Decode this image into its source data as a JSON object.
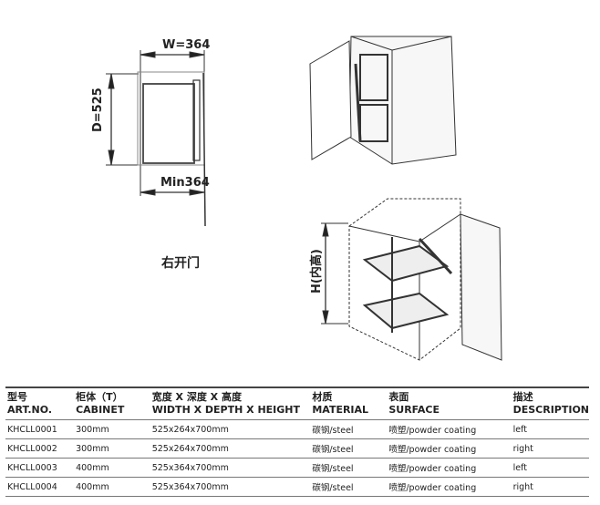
{
  "plan": {
    "width_label": "W=364",
    "depth_label": "D=525",
    "min_label": "Min364",
    "caption": "右开门"
  },
  "iso": {
    "height_label": "H(内高)"
  },
  "table": {
    "headers": [
      {
        "cn": "型号",
        "en": "ART.NO."
      },
      {
        "cn": "柜体（T）",
        "en": "CABINET"
      },
      {
        "cn": "宽度 X 深度 X 高度",
        "en": "WIDTH X DEPTH X HEIGHT"
      },
      {
        "cn": "材质",
        "en": "MATERIAL"
      },
      {
        "cn": "表面",
        "en": "SURFACE"
      },
      {
        "cn": "描述",
        "en": "DESCRIPTION"
      }
    ],
    "rows": [
      [
        "KHCLL0001",
        "300mm",
        "525x264x700mm",
        "碳钢/steel",
        "喷塑/powder coating",
        "left"
      ],
      [
        "KHCLL0002",
        "300mm",
        "525x264x700mm",
        "碳钢/steel",
        "喷塑/powder coating",
        "right"
      ],
      [
        "KHCLL0003",
        "400mm",
        "525x364x700mm",
        "碳钢/steel",
        "喷塑/powder coating",
        "left"
      ],
      [
        "KHCLL0004",
        "400mm",
        "525x364x700mm",
        "碳钢/steel",
        "喷塑/powder coating",
        "right"
      ]
    ]
  }
}
